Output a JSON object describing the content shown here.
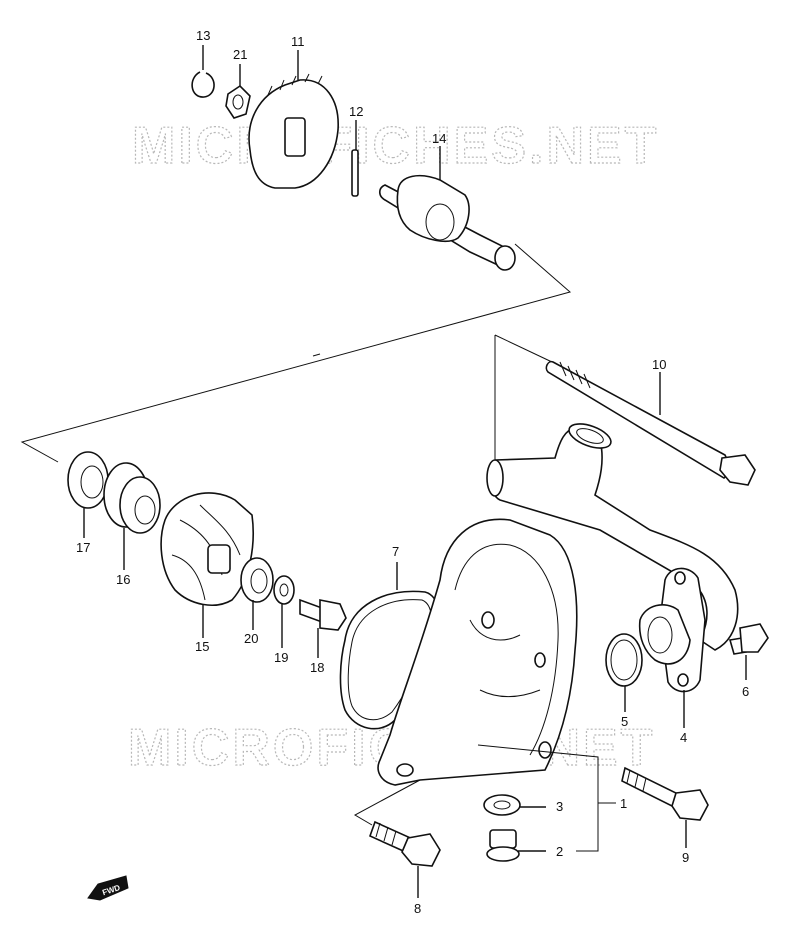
{
  "watermark": {
    "text": "MICROFICHES.NET"
  },
  "callouts": [
    {
      "id": "13",
      "label": "13"
    },
    {
      "id": "21",
      "label": "21"
    },
    {
      "id": "11",
      "label": "11"
    },
    {
      "id": "12",
      "label": "12"
    },
    {
      "id": "14",
      "label": "14"
    },
    {
      "id": "10",
      "label": "10"
    },
    {
      "id": "7",
      "label": "7"
    },
    {
      "id": "17",
      "label": "17"
    },
    {
      "id": "16",
      "label": "16"
    },
    {
      "id": "15",
      "label": "15"
    },
    {
      "id": "20",
      "label": "20"
    },
    {
      "id": "19",
      "label": "19"
    },
    {
      "id": "18",
      "label": "18"
    },
    {
      "id": "6",
      "label": "6"
    },
    {
      "id": "5",
      "label": "5"
    },
    {
      "id": "4",
      "label": "4"
    },
    {
      "id": "3",
      "label": "3"
    },
    {
      "id": "1",
      "label": "1"
    },
    {
      "id": "2",
      "label": "2"
    },
    {
      "id": "9",
      "label": "9"
    },
    {
      "id": "8",
      "label": "8"
    }
  ],
  "direction_badge": {
    "label": "FWD"
  }
}
